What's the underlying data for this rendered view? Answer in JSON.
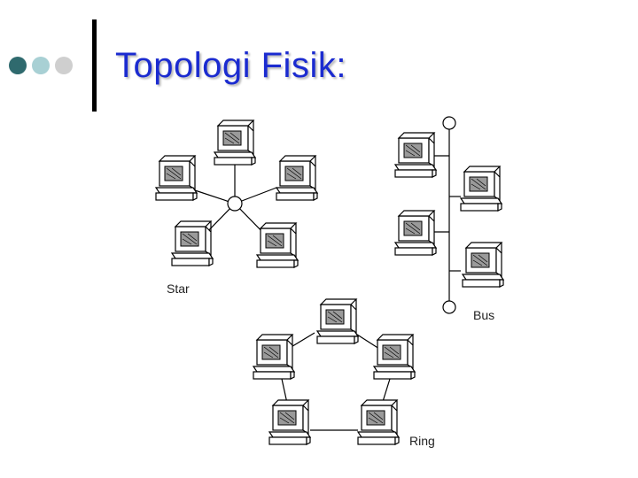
{
  "slide": {
    "title": "Topologi Fisik:",
    "accent_colors": [
      "#2f6a6e",
      "#a8d0d4",
      "#cfcfcf"
    ],
    "title_color": "#1b2bd0"
  },
  "diagram": {
    "star_label": "Star",
    "bus_label": "Bus",
    "ring_label": "Ring"
  }
}
